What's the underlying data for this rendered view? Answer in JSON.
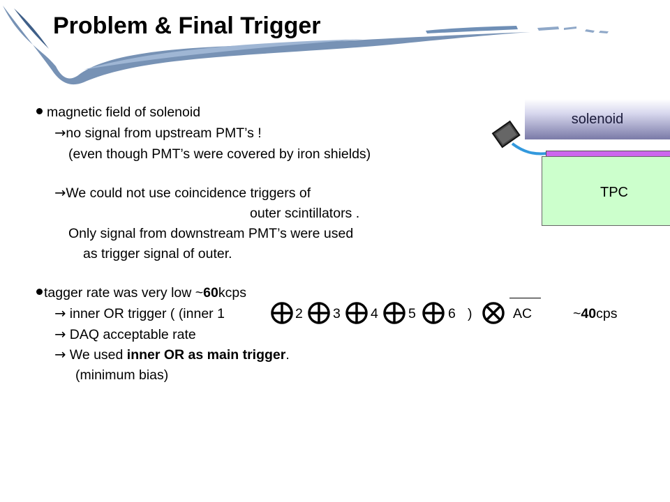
{
  "slide": {
    "title": "Problem & Final Trigger",
    "lines": {
      "l1": "magnetic field of solenoid",
      "l2": "no signal from upstream PMT’s !",
      "l3": "(even though PMT’s were covered by iron shields)",
      "l4": "We could not use coincidence triggers of",
      "l5": "outer scintillators .",
      "l6": "Only signal from downstream PMT’s were used",
      "l7": "as trigger signal of outer.",
      "l8a": "tagger rate was very low  ~",
      "l8b": "60",
      "l8c": "kcps",
      "l9a": "inner OR trigger ( (inner 1",
      "l9n2": "2",
      "l9n3": "3",
      "l9n4": "4",
      "l9n5": "5",
      "l9n6": "6",
      "l9close": ")",
      "l9ac": "AC",
      "l9r1": "~",
      "l9r2": "40",
      "l9r3": "cps",
      "l10": "DAQ acceptable rate",
      "l11a": "We used ",
      "l11b": "inner OR as main trigger",
      "l11c": ".",
      "l12": "(minimum bias)"
    },
    "arrow": "→",
    "diagram": {
      "solenoid": "solenoid",
      "tpc": "TPC"
    }
  }
}
